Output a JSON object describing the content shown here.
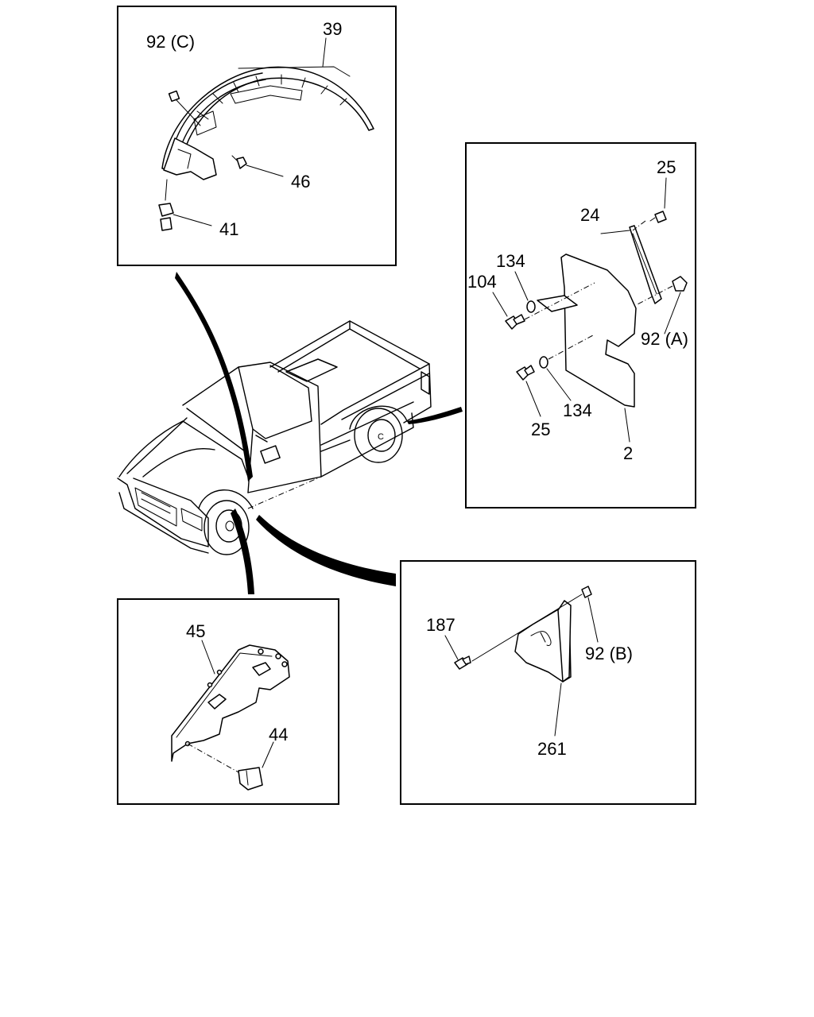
{
  "panels": {
    "top_left": {
      "labels": [
        "92 (C)",
        "39",
        "46",
        "41"
      ]
    },
    "right": {
      "labels": [
        "25",
        "24",
        "134",
        "104",
        "92 (A)",
        "25",
        "134",
        "2"
      ]
    },
    "bottom_left": {
      "labels": [
        "45",
        "44"
      ]
    },
    "bottom_right": {
      "labels": [
        "187",
        "92 (B)",
        "261"
      ]
    }
  }
}
